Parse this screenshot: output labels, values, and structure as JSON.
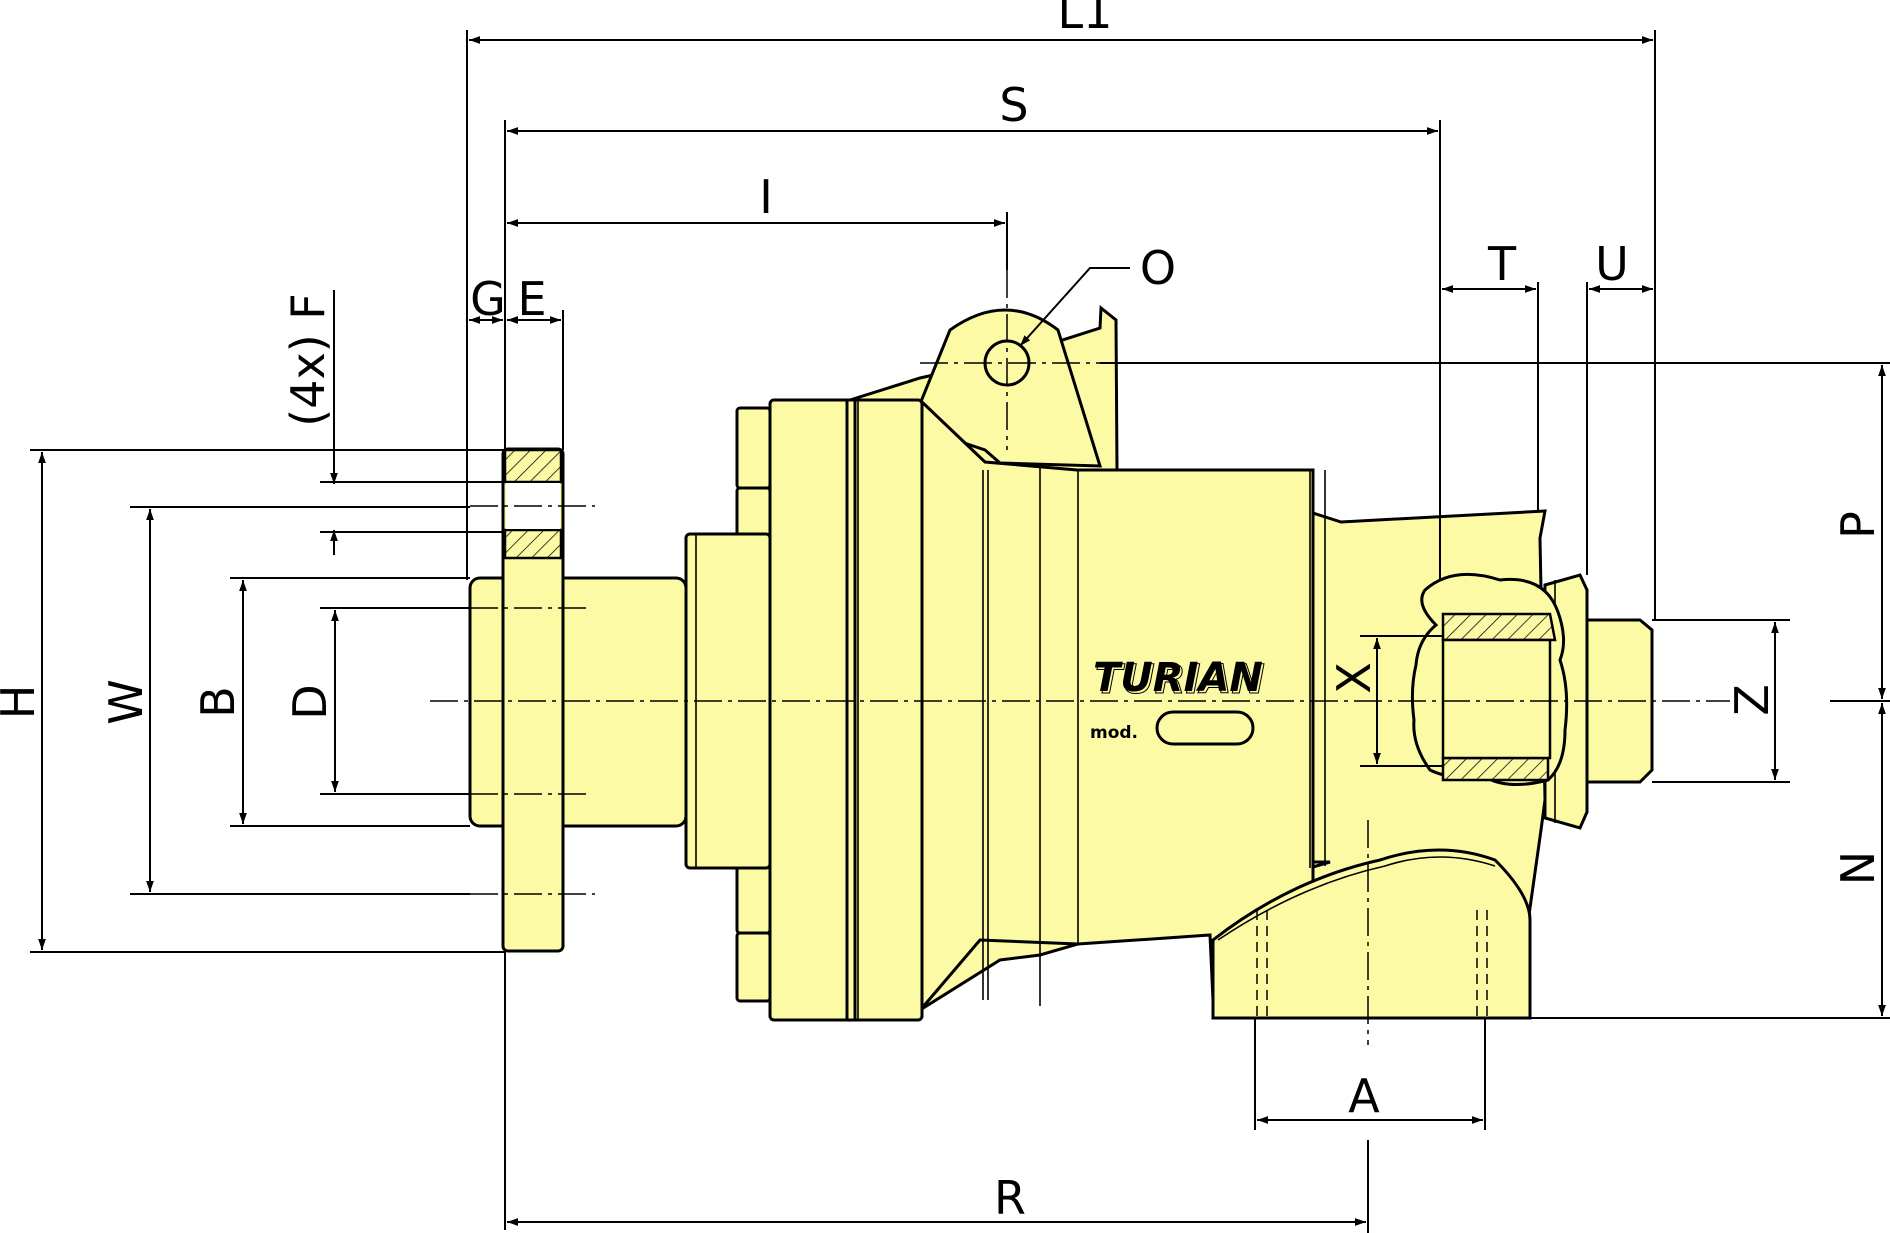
{
  "dimensions": {
    "L1": "L1",
    "S": "S",
    "I": "I",
    "O": "O",
    "G": "G",
    "E": "E",
    "F": "(4x) F",
    "T": "T",
    "U": "U",
    "H": "H",
    "W": "W",
    "B": "B",
    "D": "D",
    "X": "X",
    "Z": "Z",
    "P": "P",
    "N": "N",
    "A": "A",
    "R": "R"
  },
  "branding": {
    "logo": "TURIAN",
    "model_label": "mod."
  },
  "colors": {
    "body_fill": "#fdfaa6",
    "line": "#000000",
    "background": "#ffffff"
  }
}
